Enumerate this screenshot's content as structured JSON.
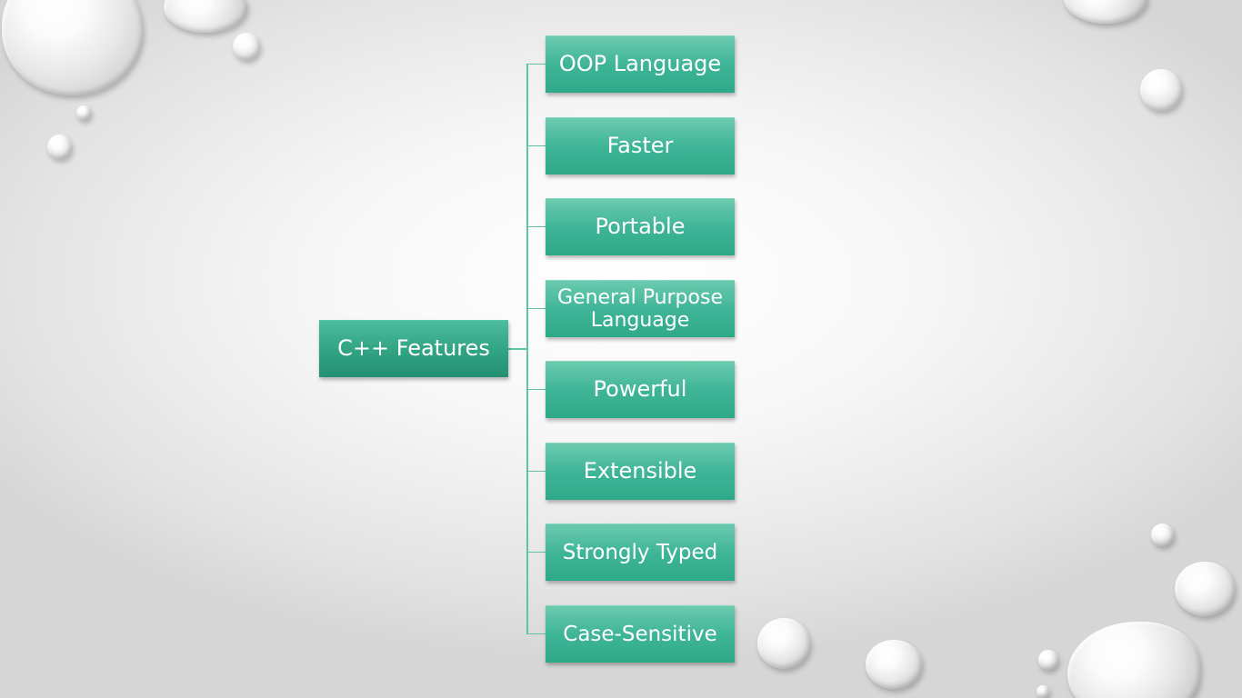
{
  "diagram": {
    "root": {
      "label": "C++ Features"
    },
    "features": [
      {
        "label": "OOP Language"
      },
      {
        "label": "Faster"
      },
      {
        "label": "Portable"
      },
      {
        "label": "General Purpose Language"
      },
      {
        "label": "Powerful"
      },
      {
        "label": "Extensible"
      },
      {
        "label": "Strongly Typed"
      },
      {
        "label": "Case-Sensitive"
      }
    ]
  },
  "colors": {
    "box_fill": "#3fb598",
    "root_fill": "#2f9f80",
    "connector": "#5fc4a6",
    "text": "#ffffff"
  }
}
